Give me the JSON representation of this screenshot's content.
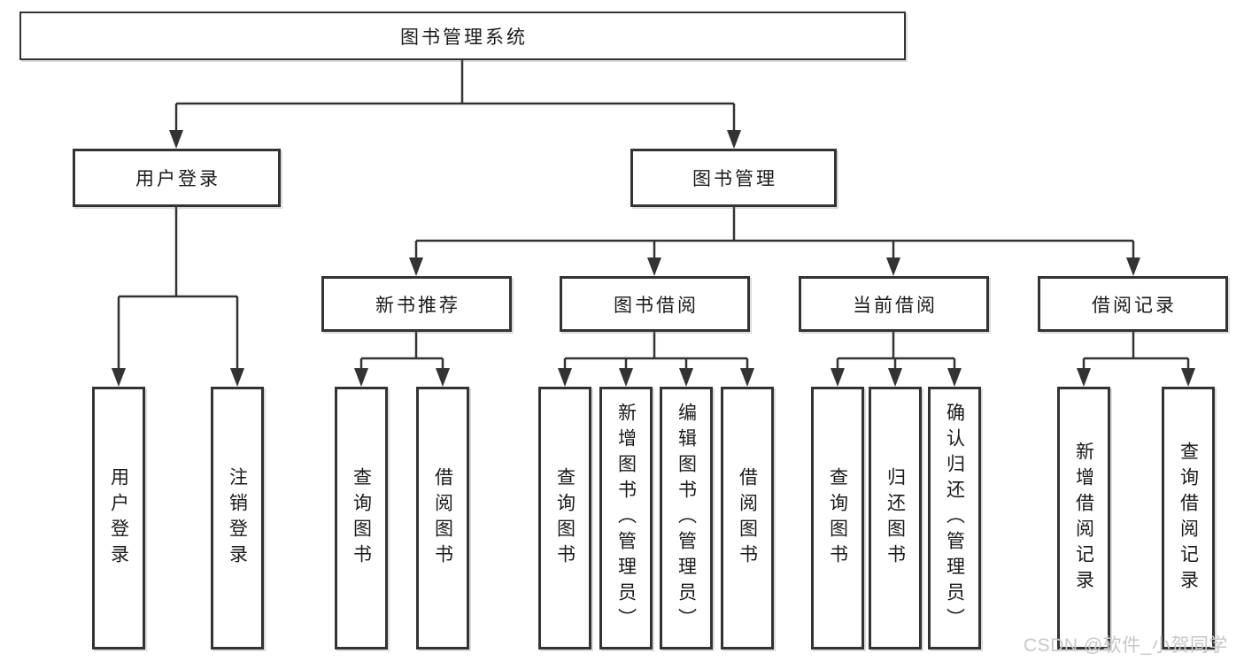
{
  "root": {
    "label": "图书管理系统"
  },
  "branches": {
    "user_login": {
      "label": "用户登录",
      "leaves": [
        {
          "label": "用户登录"
        },
        {
          "label": "注销登录"
        }
      ]
    },
    "book_management": {
      "label": "图书管理",
      "sections": {
        "new_book_recommendation": {
          "label": "新书推荐",
          "leaves": [
            {
              "label": "查询图书"
            },
            {
              "label": "借阅图书"
            }
          ]
        },
        "book_borrowing": {
          "label": "图书借阅",
          "leaves": [
            {
              "label": "查询图书"
            },
            {
              "label": "新增图书（管理员）"
            },
            {
              "label": "编辑图书（管理员）"
            },
            {
              "label": "借阅图书"
            }
          ]
        },
        "current_borrowing": {
          "label": "当前借阅",
          "leaves": [
            {
              "label": "查询图书"
            },
            {
              "label": "归还图书"
            },
            {
              "label": "确认归还（管理员）"
            }
          ]
        },
        "borrowing_records": {
          "label": "借阅记录",
          "leaves": [
            {
              "label": "新增借阅记录"
            },
            {
              "label": "查询借阅记录"
            }
          ]
        }
      }
    }
  },
  "watermark": {
    "text": "CSDN @软件_小贺同学"
  },
  "colors": {
    "line": "#333333",
    "text": "#1a1a1a",
    "box_background": "#ffffff",
    "watermark": "#c8c8c8",
    "background": "#ffffff"
  }
}
